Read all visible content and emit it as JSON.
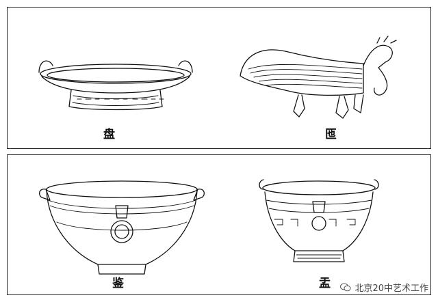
{
  "figures": [
    {
      "id": "pan",
      "label": "盘"
    },
    {
      "id": "yi",
      "label": "匜"
    },
    {
      "id": "jian",
      "label": "鉴"
    },
    {
      "id": "yu",
      "label": "盂"
    }
  ],
  "watermark": {
    "text": "北京20中艺术工作",
    "icon": "wechat-icon"
  }
}
